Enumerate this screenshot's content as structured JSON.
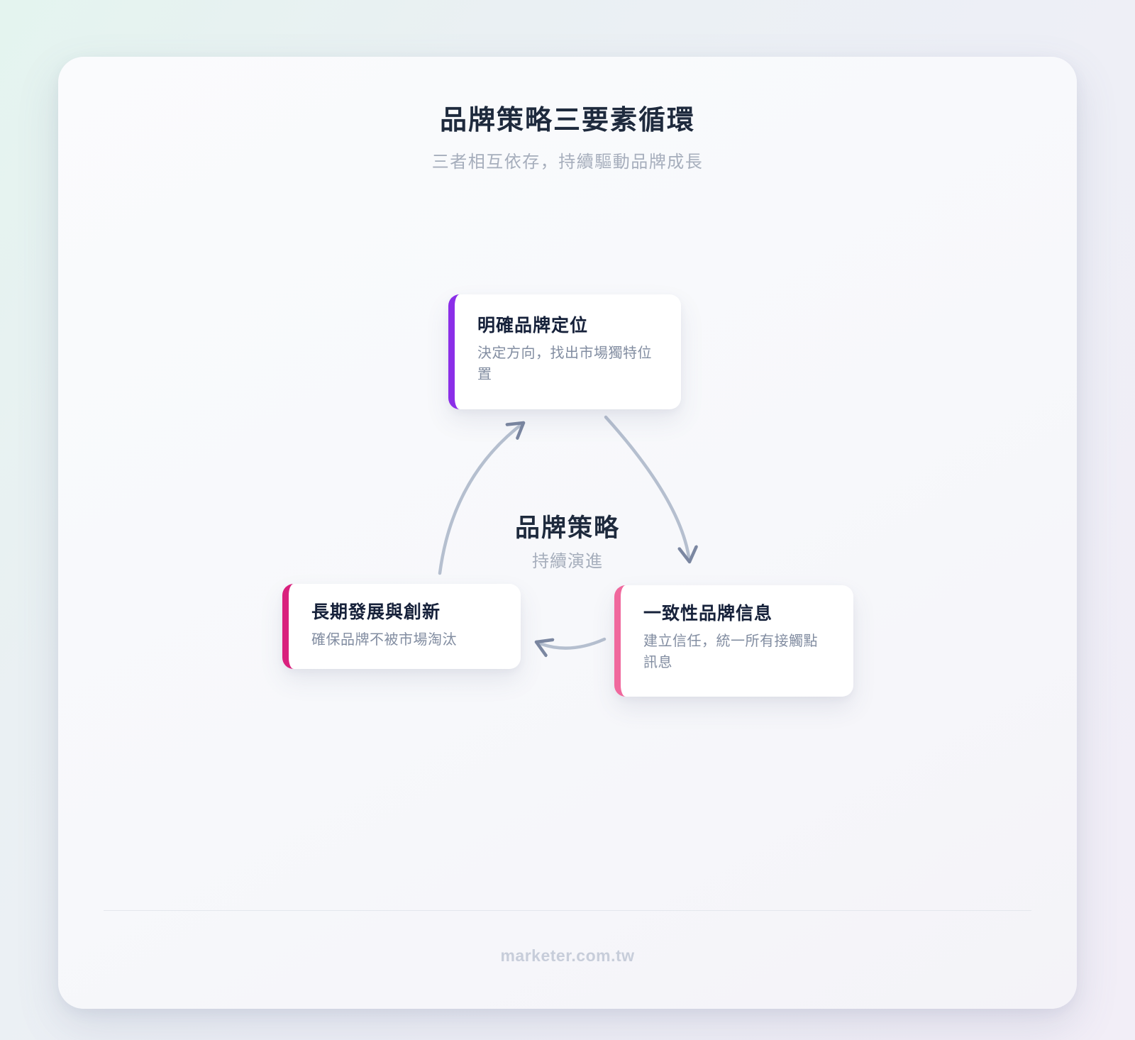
{
  "header": {
    "title": "品牌策略三要素循環",
    "subtitle": "三者相互依存，持續驅動品牌成長"
  },
  "diagram": {
    "center_label": {
      "title": "品牌策略",
      "subtitle": "持續演進"
    },
    "nodes": [
      {
        "title": "明確品牌定位",
        "description": "決定方向，找出市場獨特位置",
        "accent_color": "#8b2ee8"
      },
      {
        "title": "一致性品牌信息",
        "description": "建立信任，統一所有接觸點訊息",
        "accent_color": "#f0689d"
      },
      {
        "title": "長期發展與創新",
        "description": "確保品牌不被市場淘汰",
        "accent_color": "#d9207d"
      }
    ],
    "arrow_color": "#b5bfcf",
    "arrowhead_color": "#7b87a1"
  },
  "footer": {
    "site_label": "marketer.com.tw"
  }
}
